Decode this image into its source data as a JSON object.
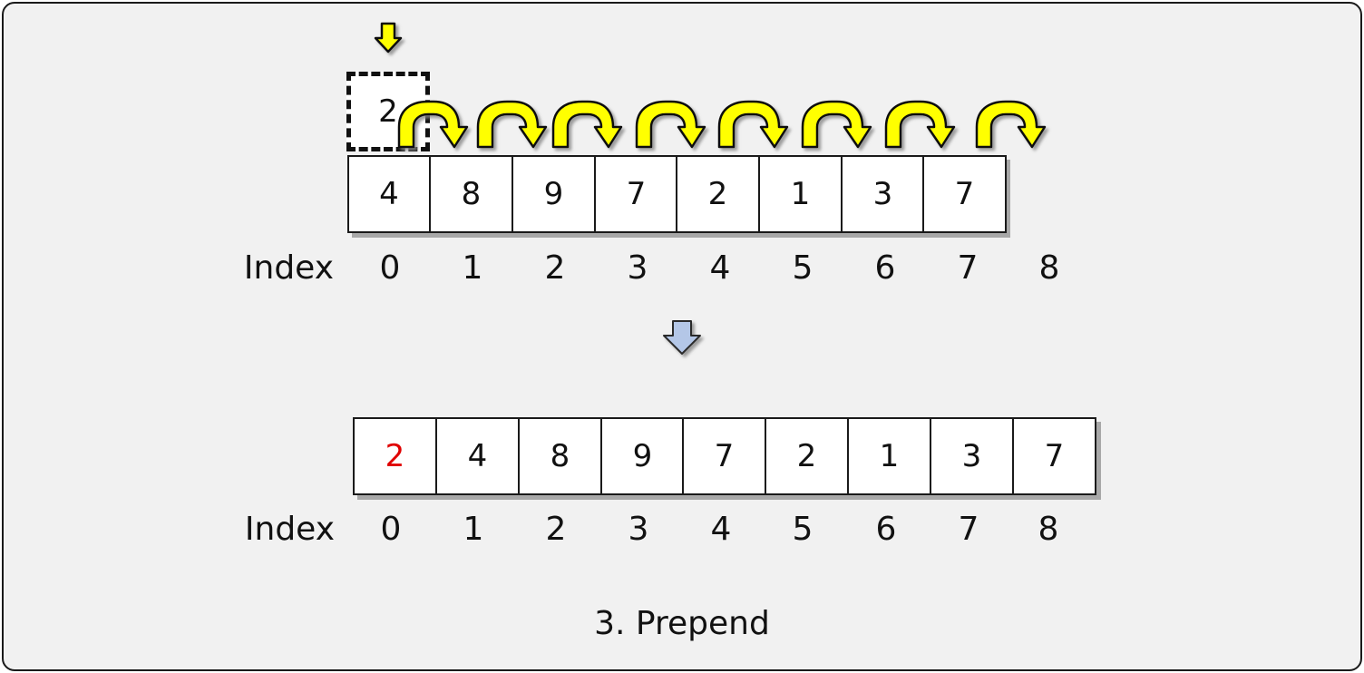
{
  "before": {
    "new_value": "2",
    "cells": [
      "4",
      "8",
      "9",
      "7",
      "2",
      "1",
      "3",
      "7"
    ],
    "index_label": "Index",
    "indices": [
      "0",
      "1",
      "2",
      "3",
      "4",
      "5",
      "6",
      "7",
      "8"
    ]
  },
  "after": {
    "cells": [
      "2",
      "4",
      "8",
      "9",
      "7",
      "2",
      "1",
      "3",
      "7"
    ],
    "highlight_index": 0,
    "index_label": "Index",
    "indices": [
      "0",
      "1",
      "2",
      "3",
      "4",
      "5",
      "6",
      "7",
      "8"
    ]
  },
  "caption": "3. Prepend",
  "colors": {
    "shift_arrow": "#ffff00",
    "transition_arrow": "#b4c7e7",
    "highlight_text": "#e00000",
    "background": "#f1f1f1"
  }
}
